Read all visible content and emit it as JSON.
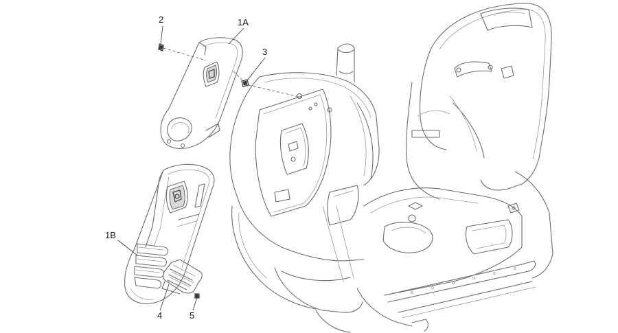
{
  "callouts": [
    {
      "id": "2",
      "text": "2"
    },
    {
      "id": "1A",
      "text": "1A"
    },
    {
      "id": "3",
      "text": "3"
    },
    {
      "id": "1B",
      "text": "1B"
    },
    {
      "id": "4",
      "text": "4"
    },
    {
      "id": "5",
      "text": "5"
    }
  ]
}
